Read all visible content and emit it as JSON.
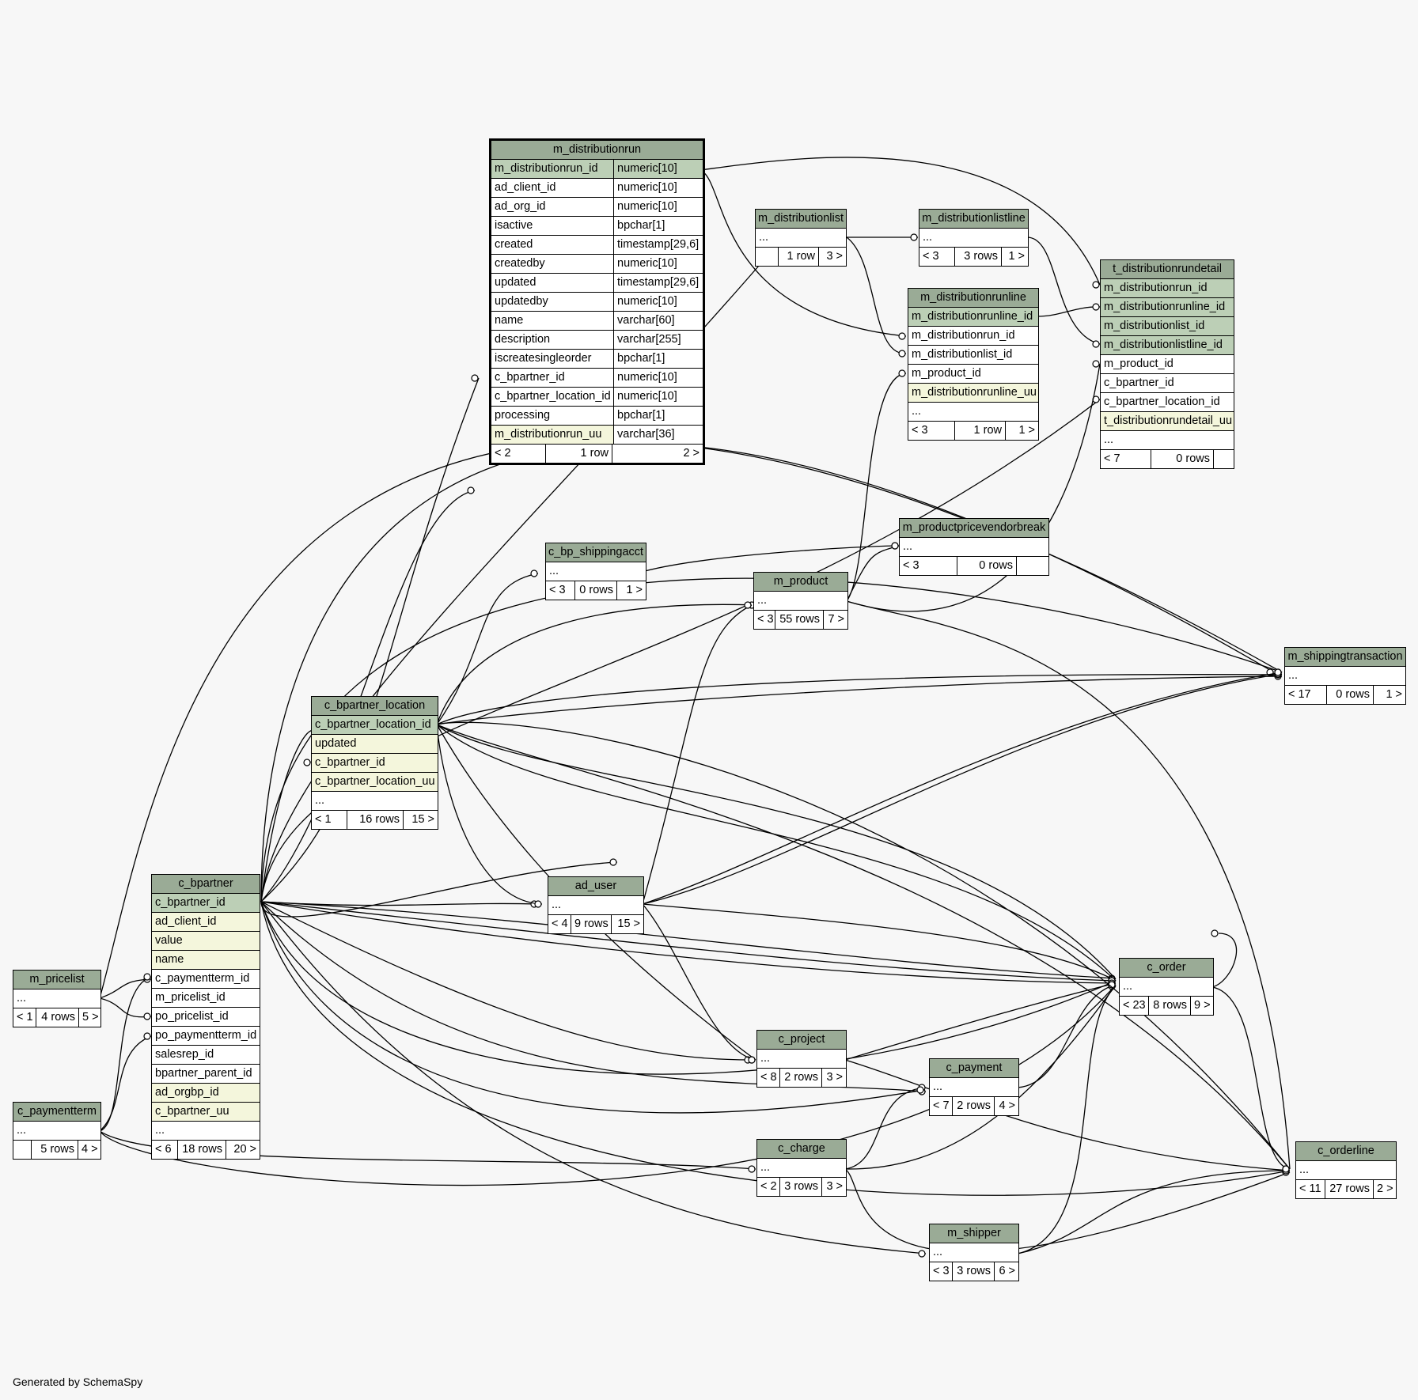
{
  "footer": "Generated by SchemaSpy",
  "colors": {
    "header": "#9aab96",
    "primary_key": "#bccfb6",
    "indexed": "#f4f6dc",
    "background": "#f7f7f7"
  },
  "tables": {
    "m_distributionrun": {
      "name": "m_distributionrun",
      "columns": [
        {
          "name": "m_distributionrun_id",
          "type": "numeric[10]"
        },
        {
          "name": "ad_client_id",
          "type": "numeric[10]"
        },
        {
          "name": "ad_org_id",
          "type": "numeric[10]"
        },
        {
          "name": "isactive",
          "type": "bpchar[1]"
        },
        {
          "name": "created",
          "type": "timestamp[29,6]"
        },
        {
          "name": "createdby",
          "type": "numeric[10]"
        },
        {
          "name": "updated",
          "type": "timestamp[29,6]"
        },
        {
          "name": "updatedby",
          "type": "numeric[10]"
        },
        {
          "name": "name",
          "type": "varchar[60]"
        },
        {
          "name": "description",
          "type": "varchar[255]"
        },
        {
          "name": "iscreatesingleorder",
          "type": "bpchar[1]"
        },
        {
          "name": "c_bpartner_id",
          "type": "numeric[10]"
        },
        {
          "name": "c_bpartner_location_id",
          "type": "numeric[10]"
        },
        {
          "name": "processing",
          "type": "bpchar[1]"
        },
        {
          "name": "m_distributionrun_uu",
          "type": "varchar[36]"
        }
      ],
      "footer": [
        "< 2",
        "1 row",
        "2 >"
      ]
    },
    "m_distributionlist": {
      "name": "m_distributionlist",
      "columns": [
        "..."
      ],
      "footer": [
        "",
        "1 row",
        "3 >"
      ]
    },
    "m_distributionlistline": {
      "name": "m_distributionlistline",
      "columns": [
        "..."
      ],
      "footer": [
        "< 3",
        "3 rows",
        "1 >"
      ]
    },
    "m_distributionrunline": {
      "name": "m_distributionrunline",
      "columns": [
        "m_distributionrunline_id",
        "m_distributionrun_id",
        "m_distributionlist_id",
        "m_product_id",
        "m_distributionrunline_uu",
        "..."
      ],
      "footer": [
        "< 3",
        "1 row",
        "1 >"
      ]
    },
    "t_distributionrundetail": {
      "name": "t_distributionrundetail",
      "columns": [
        "m_distributionrun_id",
        "m_distributionrunline_id",
        "m_distributionlist_id",
        "m_distributionlistline_id",
        "m_product_id",
        "c_bpartner_id",
        "c_bpartner_location_id",
        "t_distributionrundetail_uu",
        "..."
      ],
      "footer": [
        "< 7",
        "0 rows",
        ""
      ]
    },
    "m_productpricevendorbreak": {
      "name": "m_productpricevendorbreak",
      "columns": [
        "..."
      ],
      "footer": [
        "< 3",
        "0 rows",
        ""
      ]
    },
    "c_bp_shippingacct": {
      "name": "c_bp_shippingacct",
      "columns": [
        "..."
      ],
      "footer": [
        "< 3",
        "0 rows",
        "1 >"
      ]
    },
    "m_product": {
      "name": "m_product",
      "columns": [
        "..."
      ],
      "footer": [
        "< 3",
        "55 rows",
        "7 >"
      ]
    },
    "m_shippingtransaction": {
      "name": "m_shippingtransaction",
      "columns": [
        "..."
      ],
      "footer": [
        "< 17",
        "0 rows",
        "1 >"
      ]
    },
    "c_bpartner_location": {
      "name": "c_bpartner_location",
      "columns": [
        "c_bpartner_location_id",
        "updated",
        "c_bpartner_id",
        "c_bpartner_location_uu",
        "..."
      ],
      "footer": [
        "< 1",
        "16 rows",
        "15 >"
      ]
    },
    "ad_user": {
      "name": "ad_user",
      "columns": [
        "..."
      ],
      "footer": [
        "< 4",
        "9 rows",
        "15 >"
      ]
    },
    "c_order": {
      "name": "c_order",
      "columns": [
        "..."
      ],
      "footer": [
        "< 23",
        "8 rows",
        "9 >"
      ]
    },
    "c_bpartner": {
      "name": "c_bpartner",
      "columns": [
        "c_bpartner_id",
        "ad_client_id",
        "value",
        "name",
        "c_paymentterm_id",
        "m_pricelist_id",
        "po_pricelist_id",
        "po_paymentterm_id",
        "salesrep_id",
        "bpartner_parent_id",
        "ad_orgbp_id",
        "c_bpartner_uu",
        "..."
      ],
      "footer": [
        "< 6",
        "18 rows",
        "20 >"
      ]
    },
    "m_pricelist": {
      "name": "m_pricelist",
      "columns": [
        "..."
      ],
      "footer": [
        "< 1",
        "4 rows",
        "5 >"
      ]
    },
    "c_paymentterm": {
      "name": "c_paymentterm",
      "columns": [
        "..."
      ],
      "footer": [
        "",
        "5 rows",
        "4 >"
      ]
    },
    "c_project": {
      "name": "c_project",
      "columns": [
        "..."
      ],
      "footer": [
        "< 8",
        "2 rows",
        "3 >"
      ]
    },
    "c_payment": {
      "name": "c_payment",
      "columns": [
        "..."
      ],
      "footer": [
        "< 7",
        "2 rows",
        "4 >"
      ]
    },
    "c_charge": {
      "name": "c_charge",
      "columns": [
        "..."
      ],
      "footer": [
        "< 2",
        "3 rows",
        "3 >"
      ]
    },
    "m_shipper": {
      "name": "m_shipper",
      "columns": [
        "..."
      ],
      "footer": [
        "< 3",
        "3 rows",
        "6 >"
      ]
    },
    "c_orderline": {
      "name": "c_orderline",
      "columns": [
        "..."
      ],
      "footer": [
        "< 11",
        "27 rows",
        "2 >"
      ]
    }
  }
}
